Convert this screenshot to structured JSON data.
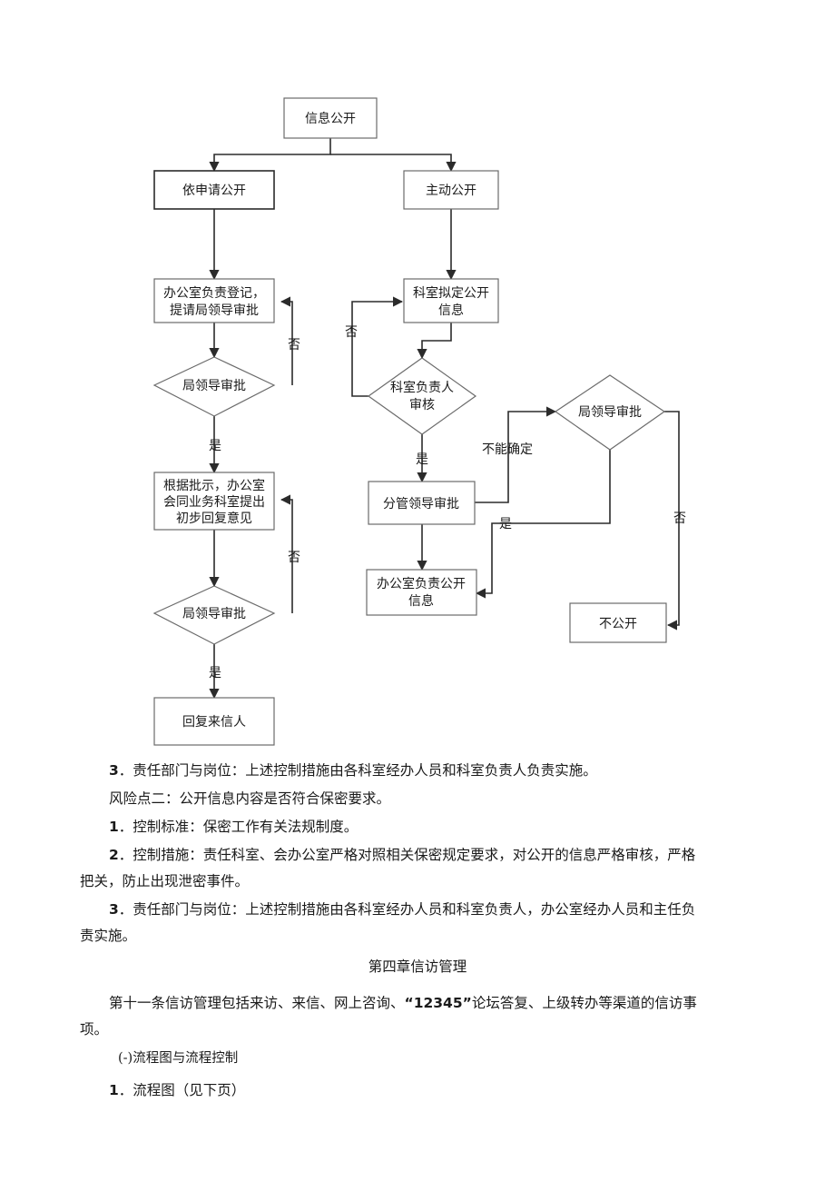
{
  "flowchart": {
    "info_public": "信息公开",
    "by_request": "依申请公开",
    "active": "主动公开",
    "office_register": [
      "办公室负责登记，",
      "提请局领导审批"
    ],
    "leader_approve": "局领导审批",
    "dept_draft": [
      "科室拟定公开",
      "信息"
    ],
    "dept_head_review": [
      "科室负责人",
      "审核"
    ],
    "instruction": [
      "根据批示，办公室",
      "会同业务科室提出",
      "初步回复意见"
    ],
    "vice_leader_approve": "分管领导审批",
    "office_publish": [
      "办公室负责公开",
      "信息"
    ],
    "reply": "回复来信人",
    "not_public": "不公开",
    "yes": "是",
    "no": "否",
    "uncertain": "不能确定"
  },
  "paragraphs": {
    "p1_num": "3",
    "p1_text": "．责任部门与岗位：上述控制措施由各科室经办人员和科室负责人负责实施。",
    "p2_text": "风险点二：公开信息内容是否符合保密要求。",
    "p3_num": "1",
    "p3_text": "．控制标准：保密工作有关法规制度。",
    "p4_num": "2",
    "p4_line1": "．控制措施：责任科室、会办公室严格对照相关保密规定要求，对公开的信息严格审核，严格",
    "p4_line2": "把关，防止出现泄密事件。",
    "p5_num": "3",
    "p5_line1": "．责任部门与岗位：上述控制措施由各科室经办人员和科室负责人，办公室经办人员和主任负",
    "p5_line2": "责实施。",
    "chapter": "第四章信访管理",
    "p6_line1_a": "第十一条信访管理包括来访、来信、网上咨询、",
    "p6_line1_b": "“12345”",
    "p6_line1_c": "论坛答复、上级转办等渠道的信访事",
    "p6_line2": "项。",
    "p7_text": "(-)流程图与流程控制",
    "p8_num": "1",
    "p8_text": "．流程图（见下页）"
  }
}
